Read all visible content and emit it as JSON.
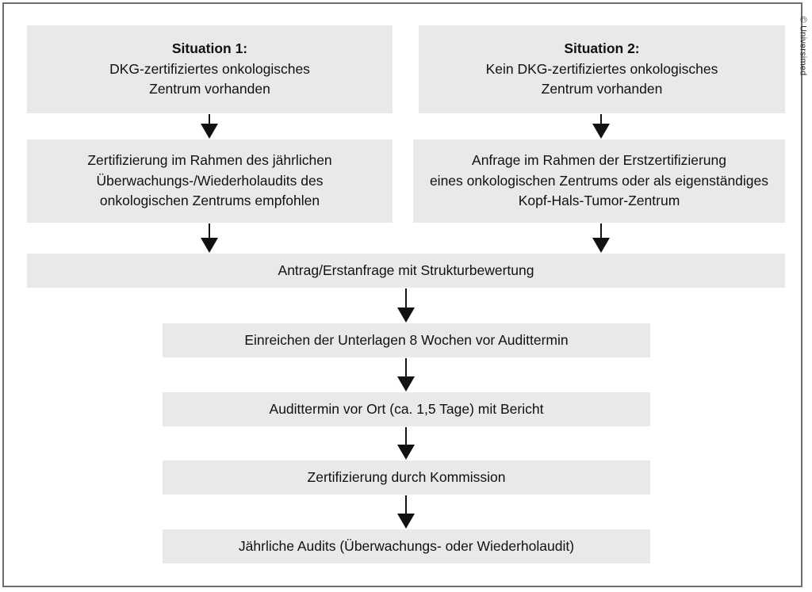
{
  "figure": {
    "credit": "© Universimed",
    "box_color": "#e9e9e9",
    "arrow_color": "#111111",
    "frame_color": "#6e6e6e",
    "background": "#ffffff"
  },
  "nodes": {
    "situation1": {
      "title": "Situation 1:",
      "line2": "DKG-zertifiziertes onkologisches",
      "line3": "Zentrum vorhanden"
    },
    "situation2": {
      "title": "Situation 2:",
      "line2": "Kein DKG-zertifiziertes onkologisches",
      "line3": "Zentrum vorhanden"
    },
    "zertifizierung_ueberwachung": {
      "line1": "Zertifizierung im Rahmen des jährlichen",
      "line2": "Überwachungs-/Wiederholaudits des",
      "line3": "onkologischen Zentrums empfohlen"
    },
    "anfrage_erstzertifizierung": {
      "line1": "Anfrage im Rahmen der Erstzertifizierung",
      "line2": "eines onkologischen Zentrums oder als eigenständiges",
      "line3": "Kopf-Hals-Tumor-Zentrum"
    },
    "antrag": {
      "line1": "Antrag/Erstanfrage mit Strukturbewertung"
    },
    "einreichen": {
      "line1": "Einreichen der Unterlagen 8 Wochen vor Audittermin"
    },
    "audittermin": {
      "line1": "Audittermin vor Ort (ca. 1,5 Tage) mit Bericht"
    },
    "kommission": {
      "line1": "Zertifizierung durch Kommission"
    },
    "jaehrliche_audits": {
      "line1": "Jährliche Audits (Überwachungs- oder Wiederholaudit)"
    }
  },
  "flow": {
    "arrows": [
      {
        "from": "situation1",
        "to": "zertifizierung_ueberwachung"
      },
      {
        "from": "situation2",
        "to": "anfrage_erstzertifizierung"
      },
      {
        "from": "zertifizierung_ueberwachung",
        "to": "antrag"
      },
      {
        "from": "anfrage_erstzertifizierung",
        "to": "antrag"
      },
      {
        "from": "antrag",
        "to": "einreichen"
      },
      {
        "from": "einreichen",
        "to": "audittermin"
      },
      {
        "from": "audittermin",
        "to": "kommission"
      },
      {
        "from": "kommission",
        "to": "jaehrliche_audits"
      }
    ]
  }
}
